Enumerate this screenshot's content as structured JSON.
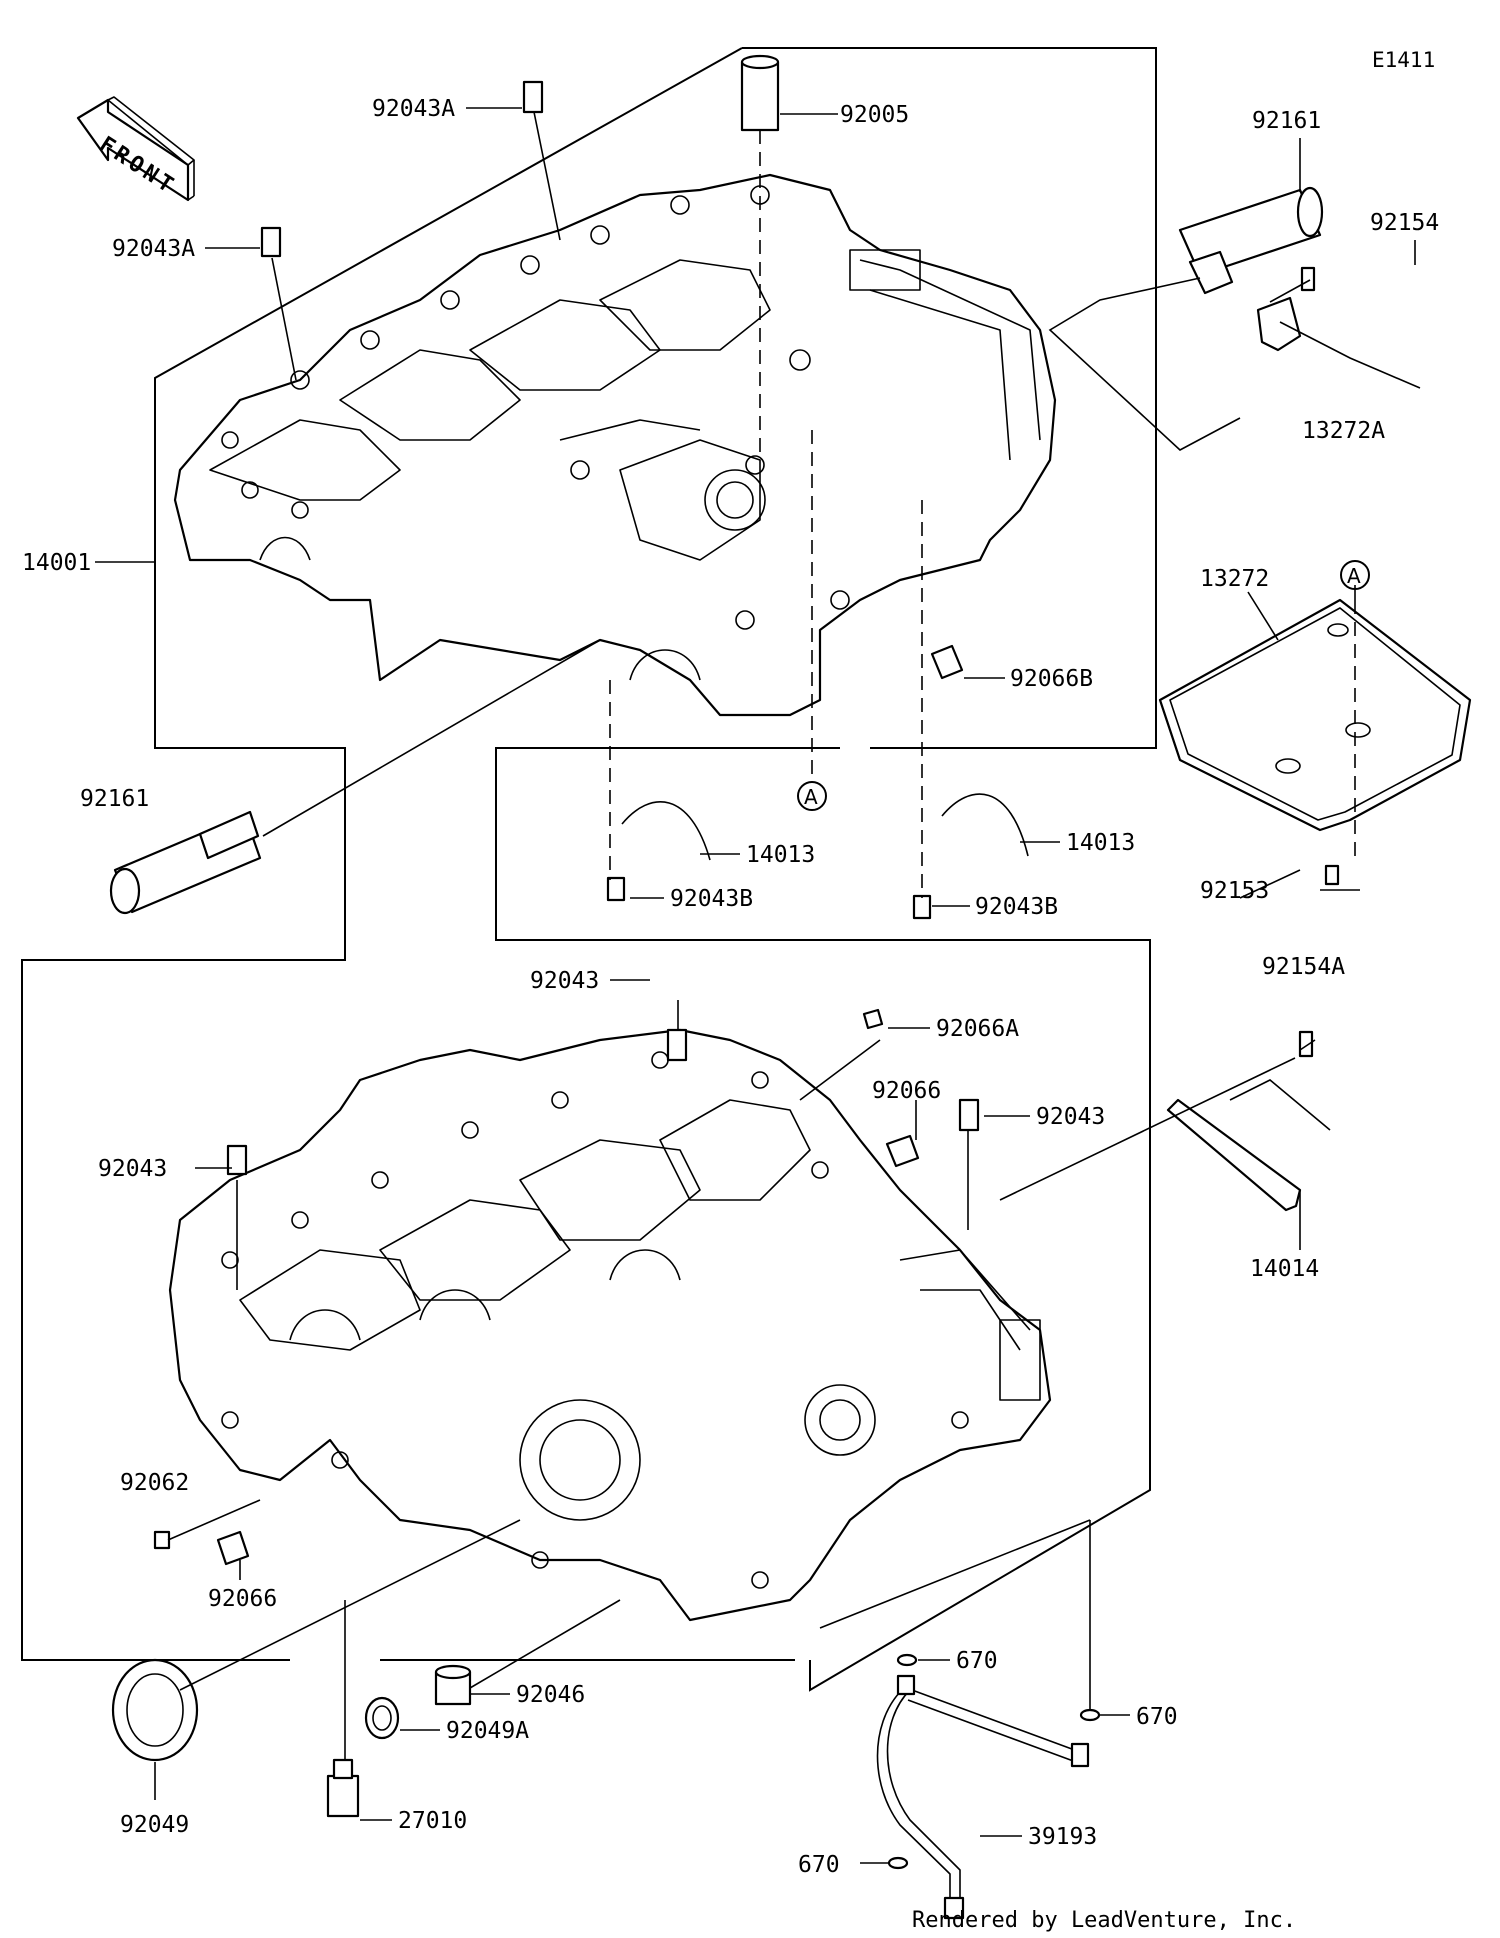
{
  "diagram_code": "E1411",
  "front_label": "FRONT",
  "callout_letter": "A",
  "footer": "Rendered by LeadVenture, Inc.",
  "parts": {
    "p92043A_1": "92043A",
    "p92005": "92005",
    "p92161_top": "92161",
    "p92043A_2": "92043A",
    "p92154": "92154",
    "p13272A": "13272A",
    "p14001": "14001",
    "p13272": "13272",
    "p92066B": "92066B",
    "p92161_left": "92161",
    "p14013_1": "14013",
    "p14013_2": "14013",
    "p92043B_1": "92043B",
    "p92043B_2": "92043B",
    "p92153": "92153",
    "p92043_top": "92043",
    "p92066A": "92066A",
    "p92154A": "92154A",
    "p92066_r": "92066",
    "p92043_r": "92043",
    "p92043_l": "92043",
    "p14014": "14014",
    "p92062": "92062",
    "p92066_l": "92066",
    "p670_1": "670",
    "p670_2": "670",
    "p670_3": "670",
    "p92046": "92046",
    "p92049A": "92049A",
    "p27010": "27010",
    "p39193": "39193",
    "p92049": "92049"
  }
}
